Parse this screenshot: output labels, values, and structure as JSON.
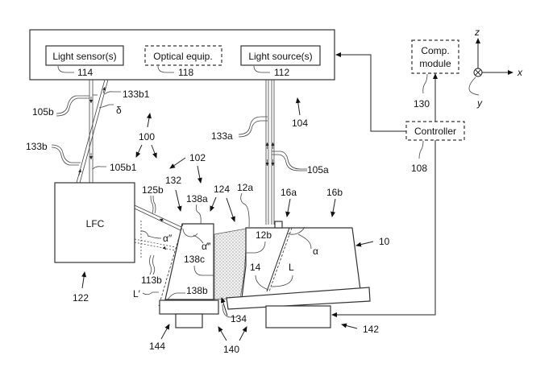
{
  "diagram": {
    "top_box": {
      "light_sensor": "Light sensor(s)",
      "light_sensor_ref": "114",
      "optical_equip": "Optical equip.",
      "optical_equip_ref": "118",
      "light_source": "Light source(s)",
      "light_source_ref": "112"
    },
    "comp_module": {
      "line1": "Comp.",
      "line2": "module",
      "ref": "130"
    },
    "controller": {
      "label": "Controller",
      "ref": "108"
    },
    "axes": {
      "z": "z",
      "x": "x",
      "y": "y"
    },
    "lfc": {
      "label": "LFC",
      "ref": "122"
    },
    "refs": {
      "r105b": "105b",
      "r133b1": "133b1",
      "r_delta": "δ",
      "r100": "100",
      "r133b": "133b",
      "r105b1": "105b1",
      "r102": "102",
      "r104": "104",
      "r133a": "133a",
      "r105a": "105a",
      "r125b": "125b",
      "r132": "132",
      "r138a": "138a",
      "r124": "124",
      "r12a": "12a",
      "r16a": "16a",
      "r16b": "16b",
      "r12b": "12b",
      "r_alpha": "α",
      "r_alpha2": "α″",
      "r_alpha3": "α‴",
      "r138c": "138c",
      "r113b": "113b",
      "r_Lp": "L′",
      "r138b": "138b",
      "r14": "14",
      "r_L": "L",
      "r10": "10",
      "r134": "134",
      "r144": "144",
      "r140": "140",
      "r142": "142"
    }
  }
}
